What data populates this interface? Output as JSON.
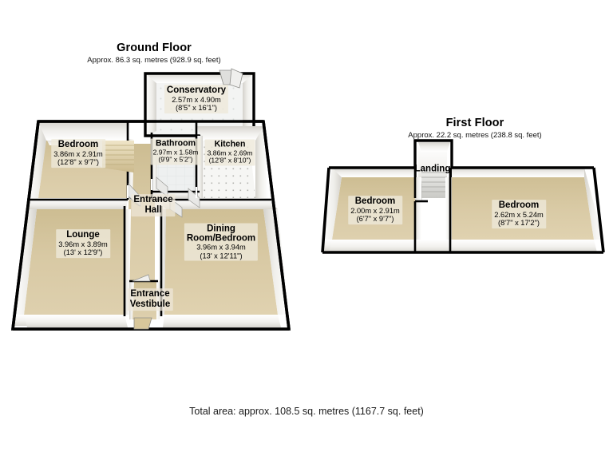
{
  "document": {
    "total_area": "Total area: approx. 108.5 sq. metres (1167.7 sq. feet)"
  },
  "floors": [
    {
      "id": "ground",
      "title": "Ground Floor",
      "subtitle": "Approx. 86.3 sq. metres (928.9 sq. feet)",
      "rooms": [
        {
          "name": "Conservatory",
          "dim_m": "2.57m x 4.90m",
          "dim_ft": "(8'5\" x 16'1\")"
        },
        {
          "name": "Bedroom",
          "dim_m": "3.86m x 2.91m",
          "dim_ft": "(12'8\" x 9'7\")"
        },
        {
          "name": "Bathroom",
          "dim_m": "2.97m x 1.58m",
          "dim_ft": "(9'9\" x 5'2\")"
        },
        {
          "name": "Kitchen",
          "dim_m": "3.86m x 2.69m",
          "dim_ft": "(12'8\" x 8'10\")"
        },
        {
          "name": "Entrance Hall",
          "dim_m": "",
          "dim_ft": ""
        },
        {
          "name": "Lounge",
          "dim_m": "3.96m x 3.89m",
          "dim_ft": "(13' x 12'9\")"
        },
        {
          "name": "Dining Room/Bedroom",
          "dim_m": "3.96m x 3.94m",
          "dim_ft": "(13' x 12'11\")"
        },
        {
          "name": "Entrance Vestibule",
          "dim_m": "",
          "dim_ft": ""
        }
      ]
    },
    {
      "id": "first",
      "title": "First Floor",
      "subtitle": "Approx. 22.2 sq. metres (238.8 sq. feet)",
      "rooms": [
        {
          "name": "Landing",
          "dim_m": "",
          "dim_ft": ""
        },
        {
          "name": "Bedroom",
          "dim_m": "2.00m x 2.91m",
          "dim_ft": "(6'7\" x 9'7\")"
        },
        {
          "name": "Bedroom",
          "dim_m": "2.62m x 5.24m",
          "dim_ft": "(8'7\" x 17'2\")"
        }
      ]
    }
  ],
  "labels": {
    "ground": {
      "conservatory": {
        "name": "Conservatory",
        "dim_m": "2.57m x 4.90m",
        "dim_ft": "(8'5\" x 16'1\")"
      },
      "bedroom": {
        "name": "Bedroom",
        "dim_m": "3.86m x 2.91m",
        "dim_ft": "(12'8\" x 9'7\")"
      },
      "bathroom": {
        "name": "Bathroom",
        "dim_m": "2.97m x 1.58m",
        "dim_ft": "(9'9\" x 5'2\")"
      },
      "kitchen": {
        "name": "Kitchen",
        "dim_m": "3.86m x 2.69m",
        "dim_ft": "(12'8\" x 8'10\")"
      },
      "entrance_hall": {
        "name": "Entrance",
        "name2": "Hall"
      },
      "lounge": {
        "name": "Lounge",
        "dim_m": "3.96m x 3.89m",
        "dim_ft": "(13' x 12'9\")"
      },
      "dining": {
        "name": "Dining",
        "name2": "Room/Bedroom",
        "dim_m": "3.96m x 3.94m",
        "dim_ft": "(13' x 12'11\")"
      },
      "vestibule": {
        "name": "Entrance",
        "name2": "Vestibule"
      }
    },
    "first": {
      "landing": {
        "name": "Landing"
      },
      "bedroom_left": {
        "name": "Bedroom",
        "dim_m": "2.00m x 2.91m",
        "dim_ft": "(6'7\" x 9'7\")"
      },
      "bedroom_right": {
        "name": "Bedroom",
        "dim_m": "2.62m x 5.24m",
        "dim_ft": "(8'7\" x 17'2\")"
      }
    }
  },
  "colors": {
    "carpet": "#d9cba6",
    "carpet_dark": "#cdbc91",
    "wall_light": "#ffffff",
    "wall_shade": "#e4e2dd",
    "wall_shade_dark": "#cfcdc8",
    "outline": "#000000",
    "tile": "#f4f4f2",
    "bathroom_tile": "#eceeee",
    "stair_tread": "#ded0aa",
    "label_bg": "#eee8d9",
    "text": "#000000",
    "page_bg": "#ffffff"
  }
}
